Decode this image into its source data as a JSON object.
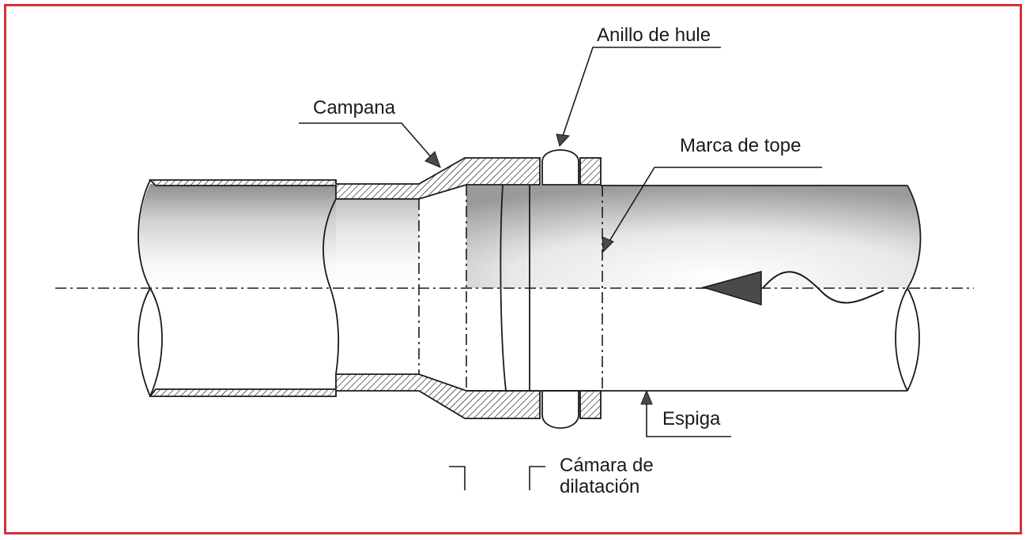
{
  "labels": {
    "anillo": "Anillo de hule",
    "campana": "Campana",
    "marca": "Marca de tope",
    "espiga": "Espiga",
    "camara_1": "Cámara de",
    "camara_2": "dilatación"
  },
  "colors": {
    "frame": "#d6303a",
    "line": "#1a1a1a",
    "pipe_shade": "#9c9c9c",
    "arrow": "#4a4a4a"
  }
}
